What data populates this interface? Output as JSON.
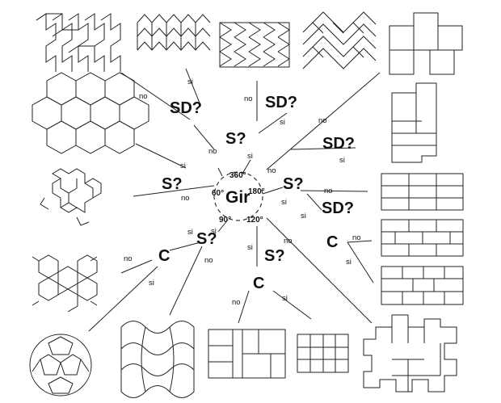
{
  "center": {
    "label": "Gir"
  },
  "angles": {
    "a360": "360°",
    "a60": "60°",
    "a180": "180°",
    "a90": "90°",
    "a120": "120°"
  },
  "nodes": {
    "sd_top": "SD?",
    "s_top": "S?",
    "sd_right_upper": "SD?",
    "s_right": "S?",
    "sd_right_lower": "SD?",
    "c_right": "C",
    "s_left": "S?",
    "s_90": "S?",
    "c_left": "C",
    "s_120": "S?",
    "c_bottom": "C"
  },
  "edge_labels": {
    "si": "si",
    "no": "no"
  }
}
